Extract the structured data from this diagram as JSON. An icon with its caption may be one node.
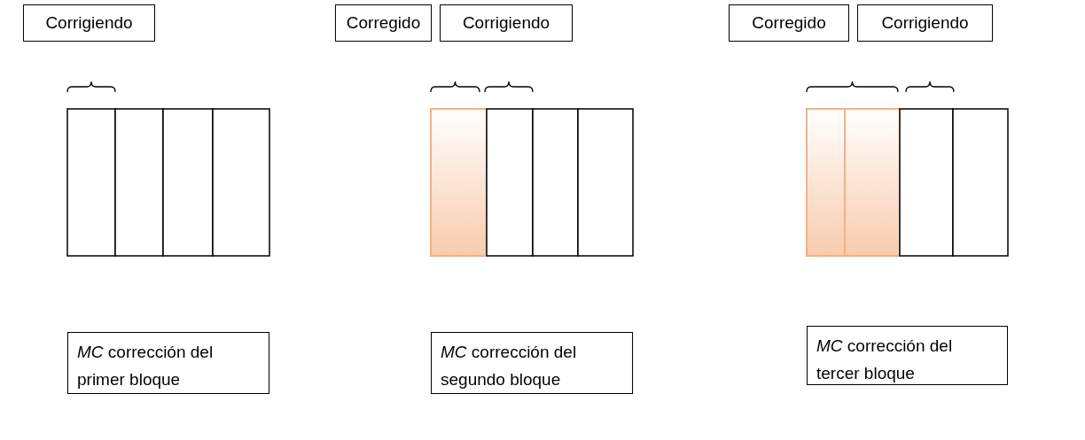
{
  "diagram": {
    "nodes": [
      {
        "text": [
          "Corrigiendo"
        ]
      },
      {
        "text": [
          "Corregido"
        ]
      },
      {
        "text": [
          "Corrigiendo"
        ]
      },
      {
        "text": [
          "Corregido"
        ]
      },
      {
        "text": [
          "Corrigiendo"
        ]
      },
      {
        "text": [
          "*MC* corrección del primer bloque"
        ]
      },
      {
        "text": [
          "*MC* corrección del segundo bloque"
        ]
      },
      {
        "text": [
          "*MC* corrección del tercer bloque"
        ]
      }
    ]
  }
}
